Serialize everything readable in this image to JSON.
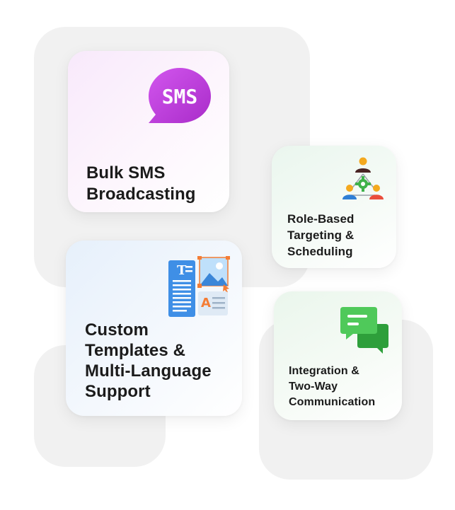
{
  "cards": [
    {
      "title": "Bulk SMS\nBroadcasting",
      "icon": "sms-bubble-icon",
      "icon_text": "SMS",
      "accent": "#c23ee0"
    },
    {
      "title": "Role-Based\nTargeting &\nScheduling",
      "icon": "team-gear-icon",
      "accent": "#39b54a"
    },
    {
      "title": "Custom\nTemplates &\nMulti-Language\nSupport",
      "icon": "template-editor-icon",
      "accent": "#3b8fe0"
    },
    {
      "title": "Integration &\nTwo-Way\nCommunication",
      "icon": "chat-bubbles-icon",
      "accent": "#3fba4d"
    }
  ]
}
